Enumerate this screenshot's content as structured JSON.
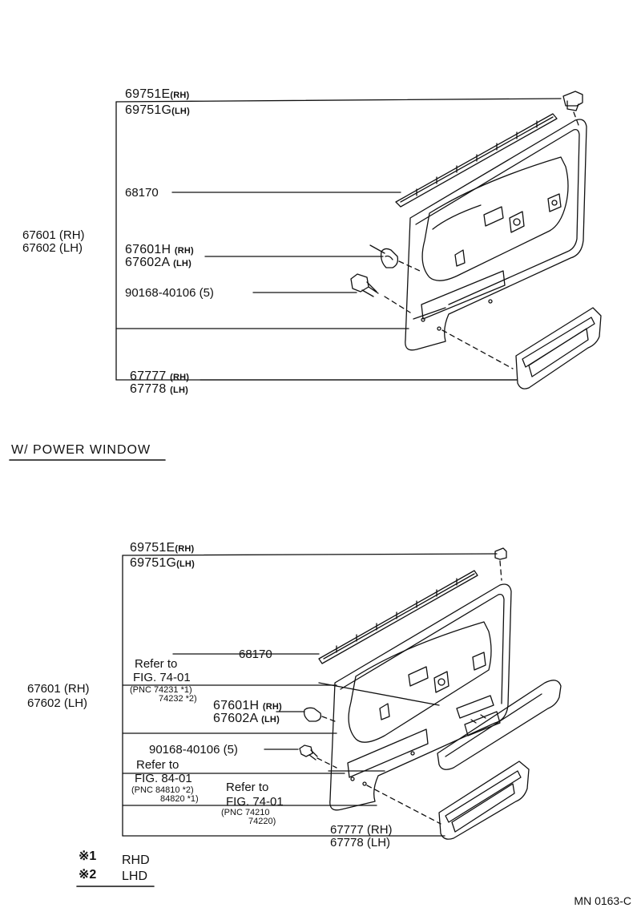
{
  "top": {
    "label_69751e": "69751E",
    "label_69751e_rh": "(RH)",
    "label_69751g": "69751G",
    "label_69751g_lh": "(LH)",
    "label_68170": "68170",
    "label_67601": "67601 (RH)",
    "label_67602": "67602 (LH)",
    "label_67601h": "67601H",
    "label_67601h_rh": "(RH)",
    "label_67602a": "67602A",
    "label_67602a_lh": "(LH)",
    "label_90168": "90168-40106 (5)",
    "label_67777": "67777",
    "label_67777_rh": "(RH)",
    "label_67778": "67778",
    "label_67778_lh": "(LH)"
  },
  "section_title": "W/ POWER WINDOW",
  "bottom": {
    "label_69751e": "69751E",
    "label_69751e_rh": "(RH)",
    "label_69751g": "69751G",
    "label_69751g_lh": "(LH)",
    "label_68170": "68170",
    "refer1_line1": "Refer to",
    "refer1_line2": "FIG. 74-01",
    "refer1_pnc1": "(PNC 74231 *1)",
    "refer1_pnc2": "74232 *2)",
    "label_67601": "67601 (RH)",
    "label_67602": "67602 (LH)",
    "label_67601h": "67601H",
    "label_67601h_rh": "(RH)",
    "label_67602a": "67602A",
    "label_67602a_lh": "(LH)",
    "label_90168": "90168-40106 (5)",
    "refer2_line1": "Refer to",
    "refer2_line2": "FIG. 84-01",
    "refer2_pnc1": "(PNC 84810 *2)",
    "refer2_pnc2": "84820 *1)",
    "refer3_line1": "Refer to",
    "refer3_line2": "FIG. 74-01",
    "refer3_pnc1": "(PNC 74210",
    "refer3_pnc2": "74220)",
    "label_67777": "67777 (RH)",
    "label_67778": "67778 (LH)"
  },
  "legend": {
    "mark1": "※1",
    "text1": "RHD",
    "mark2": "※2",
    "text2": "LHD"
  },
  "footer": "MN 0163-C"
}
